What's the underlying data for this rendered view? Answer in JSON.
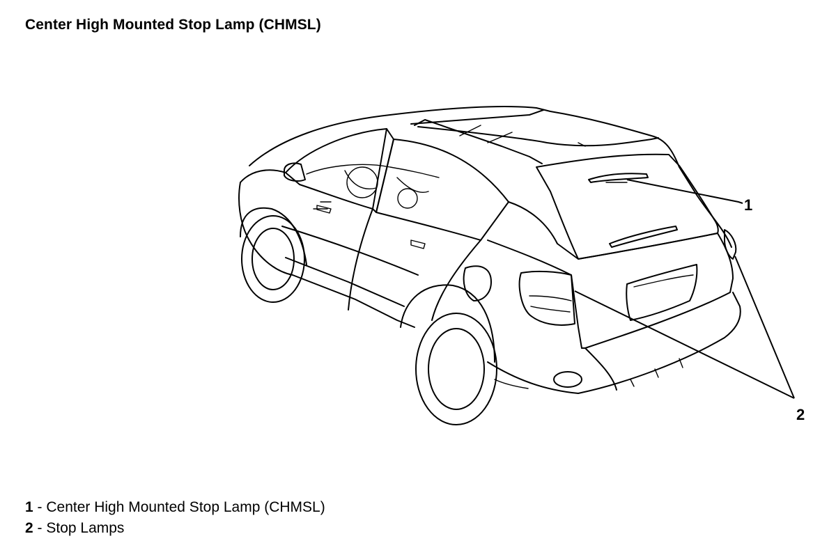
{
  "title": "Center High Mounted Stop Lamp (CHMSL)",
  "callouts": [
    {
      "number": "1",
      "label": "Center High Mounted Stop Lamp (CHMSL)"
    },
    {
      "number": "2",
      "label": "Stop Lamps"
    }
  ],
  "legend_separator": " - ",
  "icons": {
    "vehicle": "suv-rear-three-quarter-line-drawing"
  }
}
